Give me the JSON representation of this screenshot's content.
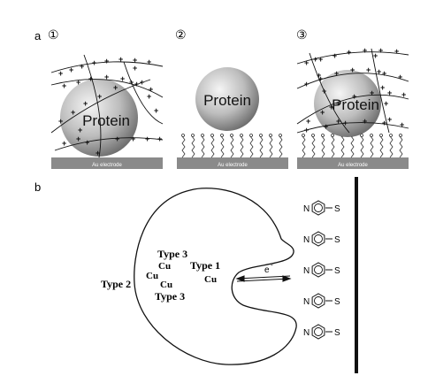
{
  "panel_a": {
    "label": "a",
    "scenarios": [
      {
        "number": "①",
        "protein_label": "Protein",
        "electrode_label": "Au electrode"
      },
      {
        "number": "②",
        "protein_label": "Protein",
        "electrode_label": "Au electrode"
      },
      {
        "number": "③",
        "protein_label": "Protein",
        "electrode_label": "Au electrode"
      }
    ]
  },
  "panel_b": {
    "label": "b",
    "sites": {
      "type1_label": "Type 1",
      "type1_cu": "Cu",
      "type2_label": "Type 2",
      "type3_top_label": "Type 3",
      "type3_bottom_label": "Type 3",
      "cu_a": "Cu",
      "cu_b": "Cu",
      "cu_c": "Cu"
    },
    "electron_label": "e",
    "electron_sup": "-",
    "linker_n": "N",
    "linker_s": "S",
    "linker_count": 5
  },
  "colors": {
    "line": "#111111",
    "electrode": "#8a8a8a",
    "sphere_light": "#f2f2f2",
    "sphere_dark": "#6e6e6e"
  }
}
